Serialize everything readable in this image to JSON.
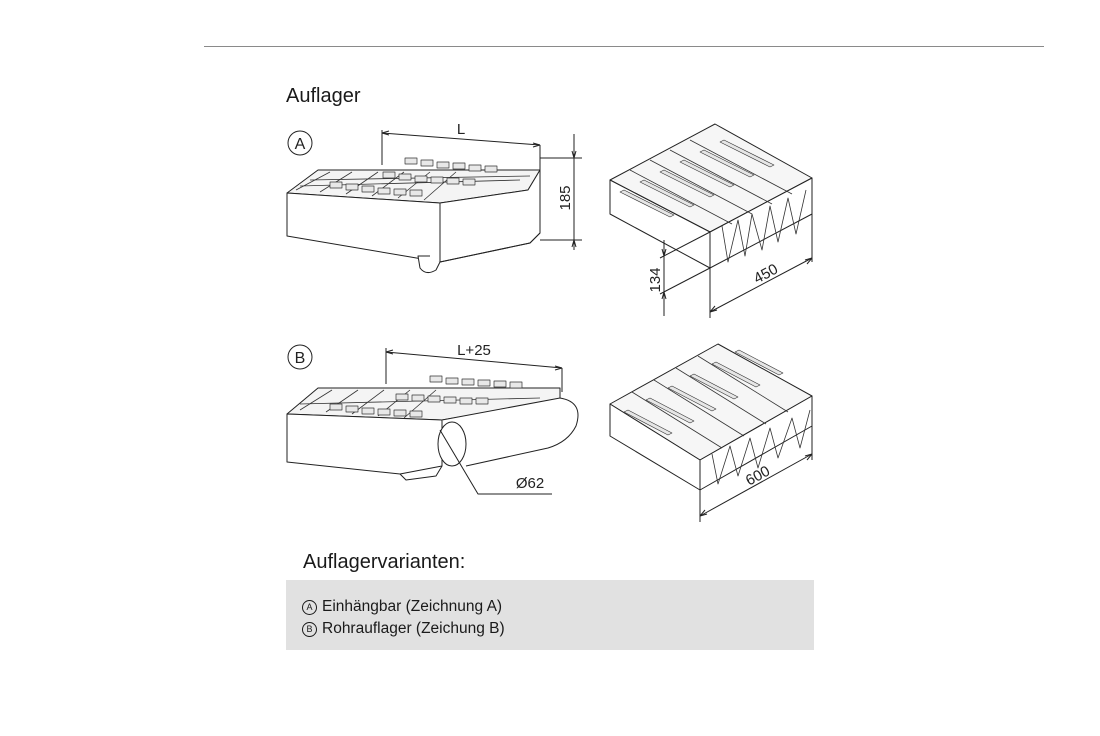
{
  "title": "Auflager",
  "figure": {
    "variant_a_marker": "A",
    "variant_b_marker": "B",
    "dim_length_a": "L",
    "dim_height_a": "185",
    "dim_inner_height": "134",
    "dim_width_a": "450",
    "dim_length_b": "L+25",
    "dim_pipe_diameter": "Ø62",
    "dim_width_b": "600"
  },
  "variants": {
    "heading": "Auflagervarianten:",
    "items": [
      {
        "marker": "A",
        "text": "Einhängbar (Zeichnung A)"
      },
      {
        "marker": "B",
        "text": "Rohrauflager (Zeichung B)"
      }
    ]
  }
}
